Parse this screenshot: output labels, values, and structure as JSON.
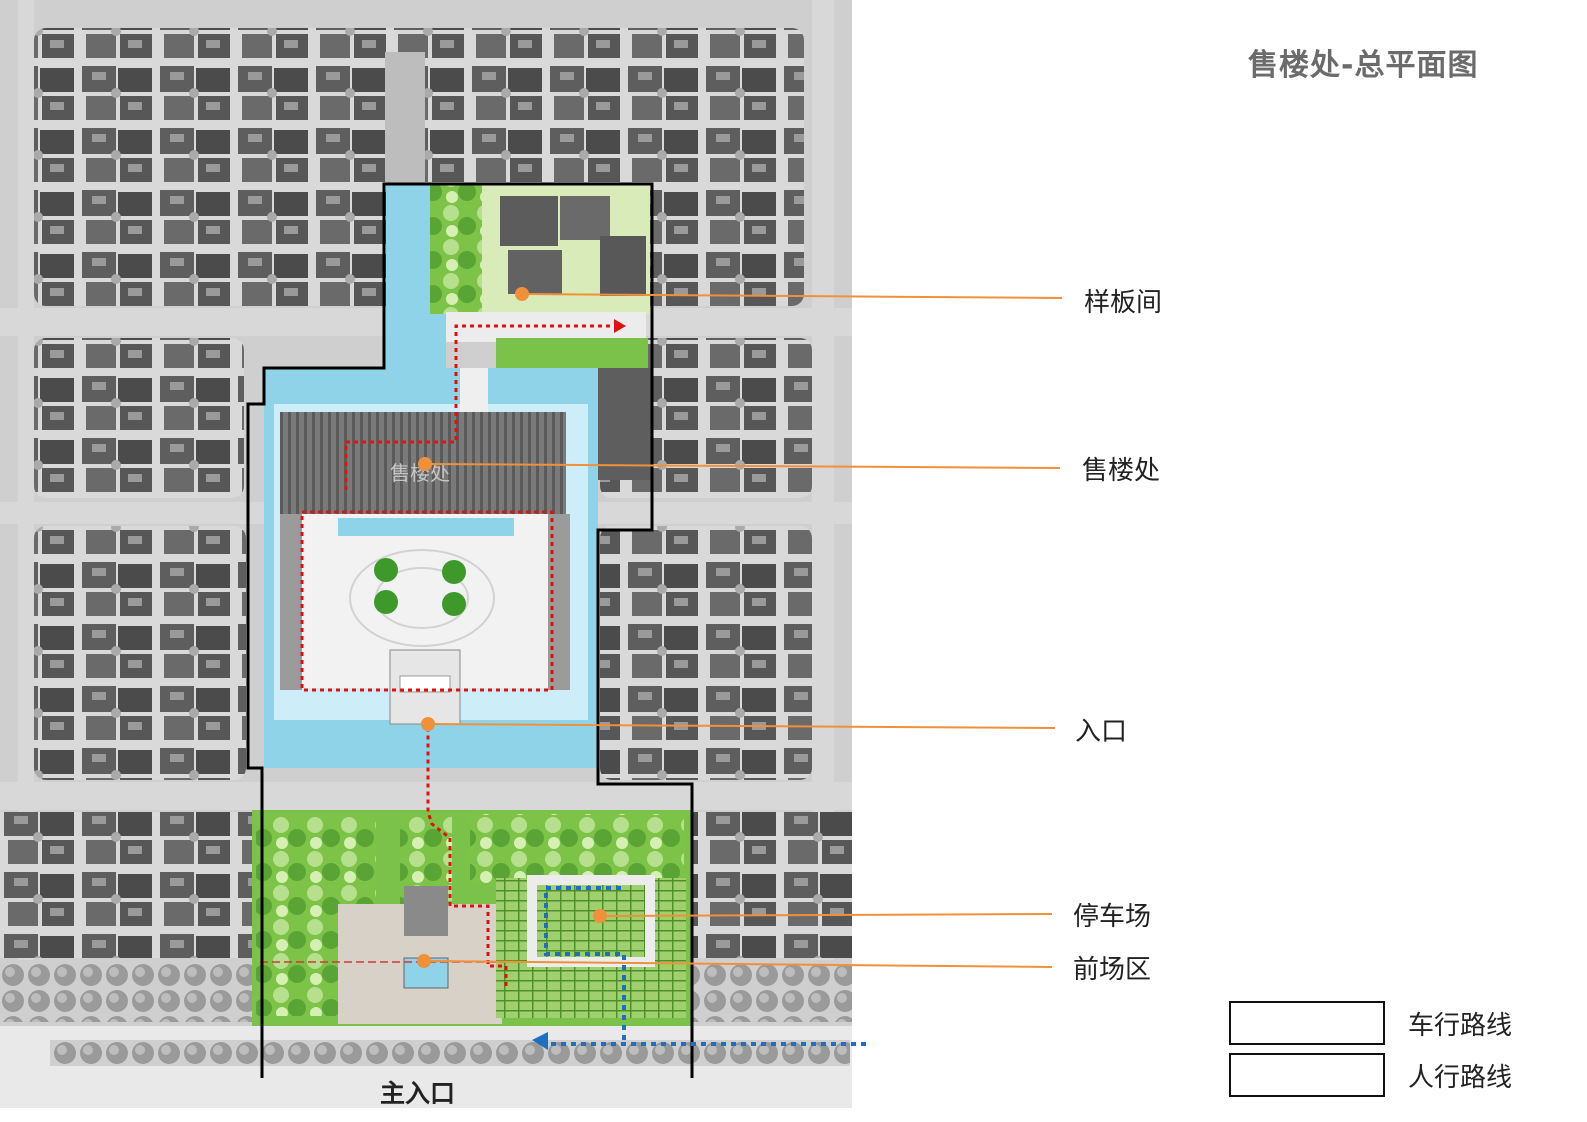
{
  "title": "售楼处-总平面图",
  "callouts": [
    {
      "label": "样板间"
    },
    {
      "label": "售楼处"
    },
    {
      "label": "入口"
    },
    {
      "label": "停车场"
    },
    {
      "label": "前场区"
    }
  ],
  "main_entrance_label": "主入口",
  "building_label": "售楼处",
  "legend": [
    {
      "label": "车行路线",
      "color": "#1f6fc1",
      "style": "blue dotted arrow"
    },
    {
      "label": "人行路线",
      "color": "#e01010",
      "style": "red dotted arrow"
    }
  ],
  "colors": {
    "callout_line": "#f0903a",
    "callout_dot": "#f0903a",
    "vehicle_route": "#1f6fc1",
    "pedestrian_route": "#e01010",
    "site_boundary": "#000000",
    "water": "#8fd3e8",
    "lawn": "#7bc24a",
    "roof": "#6f6f6f"
  }
}
